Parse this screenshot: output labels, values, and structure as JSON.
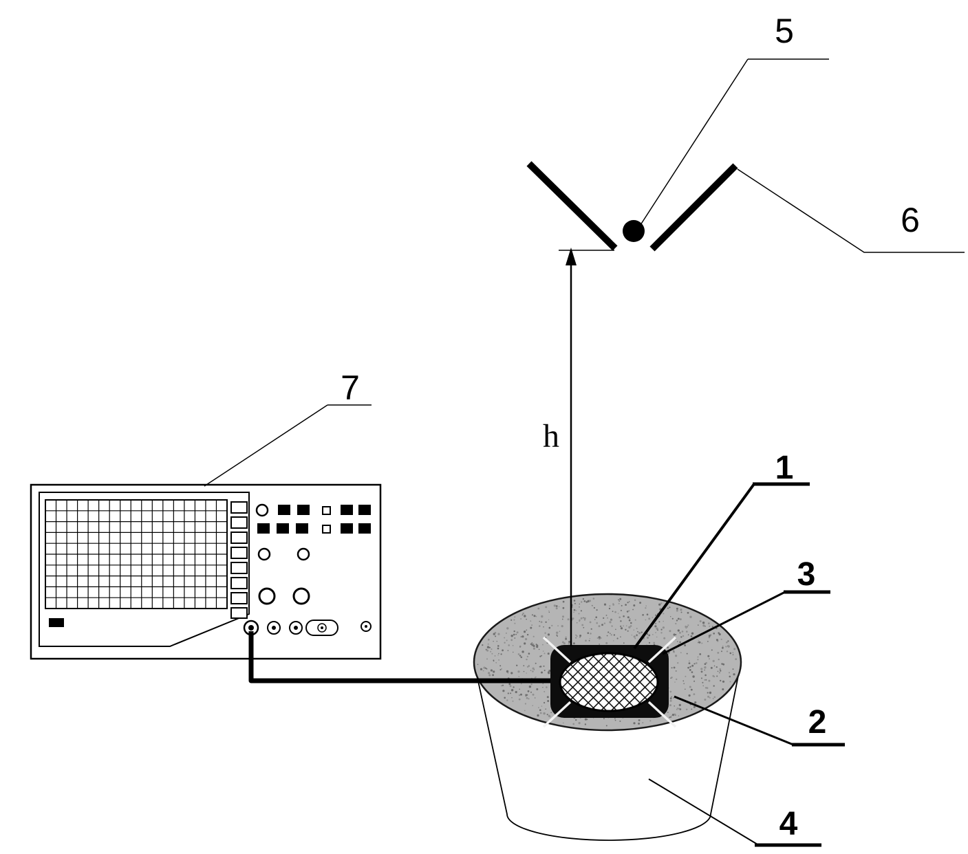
{
  "figure": {
    "labels": {
      "l1": "1",
      "l2": "2",
      "l3": "3",
      "l4": "4",
      "l5": "5",
      "l6": "6",
      "l7": "7",
      "height": "h"
    },
    "colors": {
      "ink": "#000000",
      "surface_gray": "#b5b5b5",
      "pad_black": "#0d0d0d"
    }
  }
}
